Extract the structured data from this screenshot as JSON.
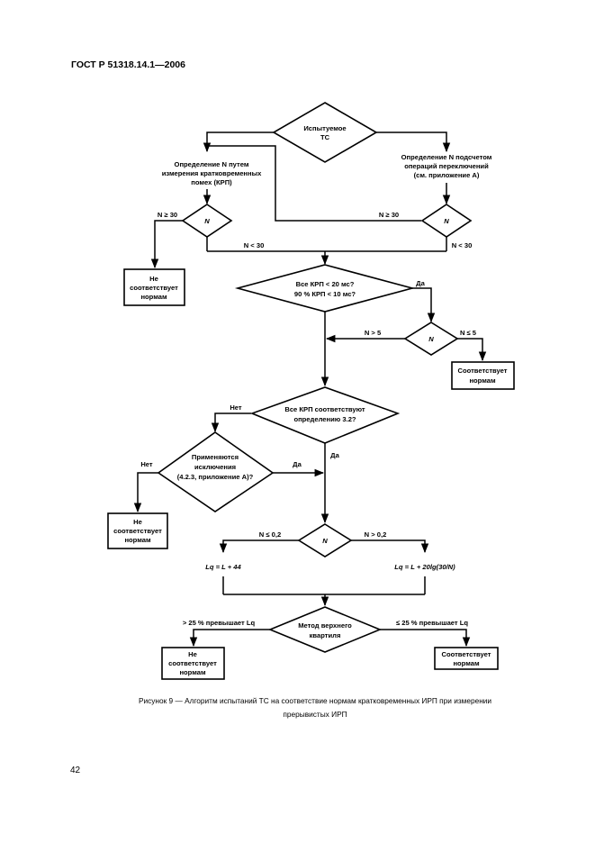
{
  "header": "ГОСТ Р 51318.14.1—2006",
  "page_number": "42",
  "caption": {
    "line1": "Рисунок 9 — Алгоритм испытаний ТС на соответствие нормам кратковременных ИРП при измерении",
    "line2": "прерывистых ИРП"
  },
  "flowchart": {
    "start": [
      "Испытуемое",
      "ТС"
    ],
    "method_left": [
      "Определение N путем",
      "измерения кратковременных",
      "помех (КРП)"
    ],
    "method_right": [
      "Определение N подсчетом",
      "операций переключений",
      "(см. приложение А)"
    ],
    "n_symbol": "N",
    "n_ge_30": "N ≥ 30",
    "n_lt_30": "N < 30",
    "not_compliant": [
      "Не",
      "соответствует",
      "нормам"
    ],
    "krp_check": [
      "Все КРП < 20 мс?",
      "90 % КРП < 10 мс?"
    ],
    "yes": "Да",
    "no": "Нет",
    "n_gt_5": "N > 5",
    "n_le_5": "N ≤ 5",
    "compliant": [
      "Соответствует",
      "нормам"
    ],
    "definition_check": [
      "Все КРП соответствуют",
      "определению 3.2?"
    ],
    "exceptions_check": [
      "Применяются",
      "исключения",
      "(4.2.3, приложение А)?"
    ],
    "n_le_02": "N ≤ 0,2",
    "n_gt_02": "N > 0,2",
    "lq_left": "Lq = L + 44",
    "lq_right": "Lq = L + 20lg(30/N)",
    "quartile": [
      "Метод верхнего",
      "квартиля"
    ],
    "over_25": "> 25 % превышает Lq",
    "under_25": "≤ 25 % превышает Lq"
  }
}
